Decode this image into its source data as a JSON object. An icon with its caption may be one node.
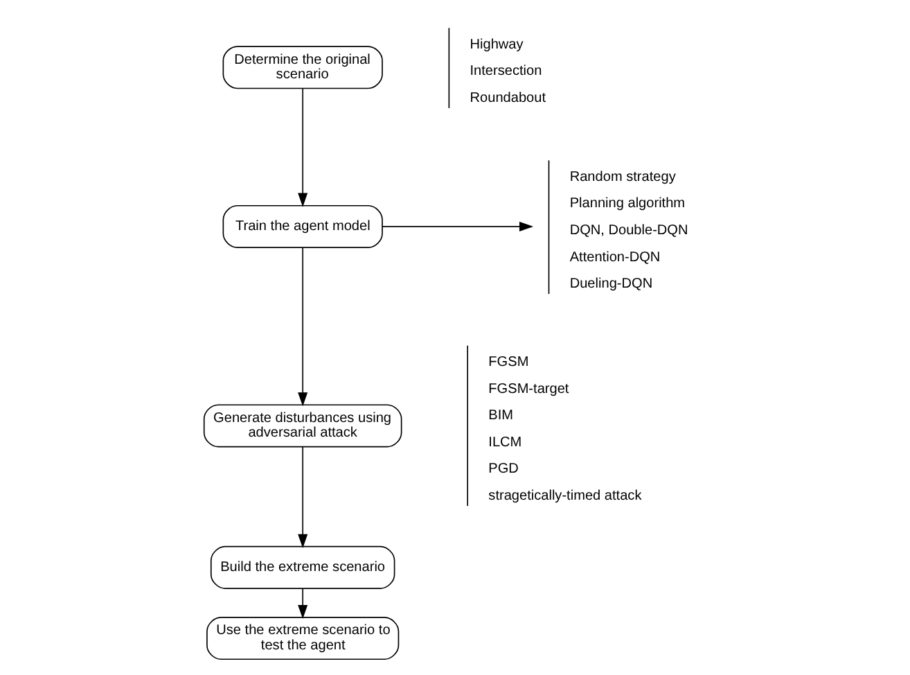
{
  "diagram": {
    "nodes": [
      {
        "text": [
          "Determine the original scenario"
        ],
        "beside": [
          "Highway",
          "Intersection",
          "Roundabout"
        ]
      },
      {
        "text": [
          "Train the agent model"
        ]
      },
      {
        "text": [
          "Random strategy",
          "Planning algorithm",
          "DQN, Double-DQN",
          "Attention-DQN",
          "Dueling-DQN"
        ]
      },
      {
        "text": [
          "Generate disturbances using  adversarial attack"
        ],
        "beside": [
          "FGSM",
          "FGSM-target",
          "BIM",
          "ILCM",
          "PGD",
          "stragetically-timed attack"
        ]
      },
      {
        "text": [
          "Build the extreme scenario"
        ]
      },
      {
        "text": [
          "Use the extreme scenario to test the agent"
        ]
      }
    ],
    "edges": [
      {
        "from": 0,
        "to": 1,
        "arrow": "to"
      },
      {
        "from": 1,
        "to": 2,
        "arrow": "to"
      },
      {
        "from": 1,
        "to": 3,
        "arrow": "to"
      },
      {
        "from": 3,
        "to": 4,
        "arrow": "to"
      },
      {
        "from": 4,
        "to": 5,
        "arrow": "to"
      }
    ]
  }
}
